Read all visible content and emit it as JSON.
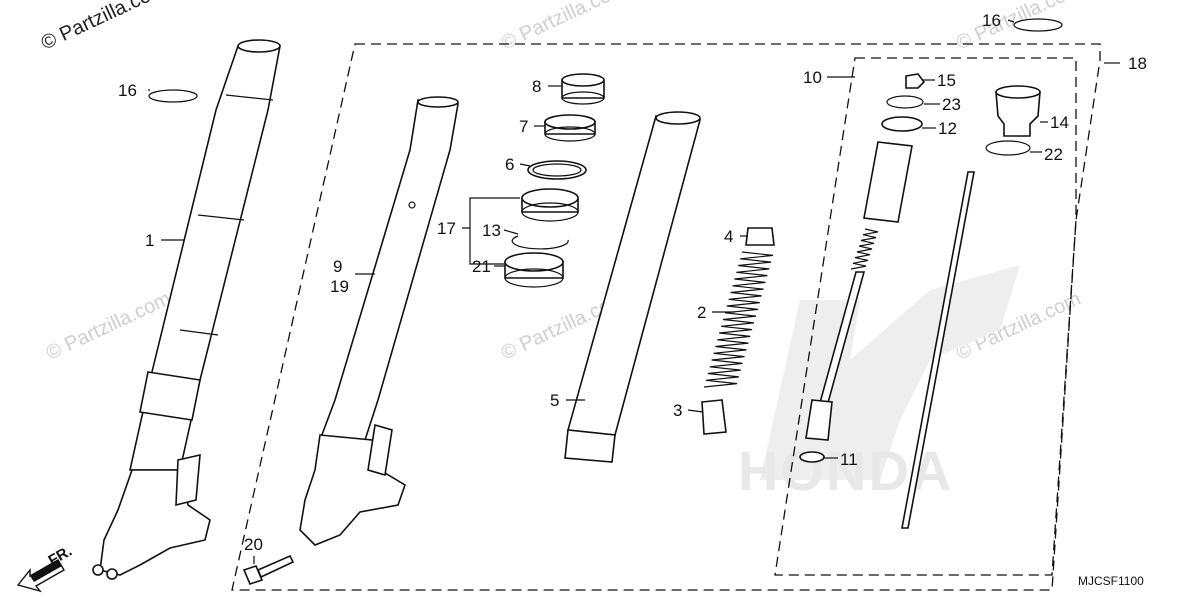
{
  "watermarks": {
    "top_left": "© Partzilla.com",
    "repeat": "© Partzilla.com"
  },
  "diagram_code": "MJCSF1100",
  "direction_label": "FR.",
  "logo_text": "HONDA",
  "callouts": {
    "c1": "1",
    "c2": "2",
    "c3": "3",
    "c4": "4",
    "c5": "5",
    "c6": "6",
    "c7": "7",
    "c8": "8",
    "c9": "9",
    "c10": "10",
    "c11": "11",
    "c12": "12",
    "c13": "13",
    "c14": "14",
    "c15": "15",
    "c16a": "16",
    "c16b": "16",
    "c17": "17",
    "c18": "18",
    "c19": "19",
    "c20": "20",
    "c21": "21",
    "c22": "22",
    "c23": "23"
  }
}
